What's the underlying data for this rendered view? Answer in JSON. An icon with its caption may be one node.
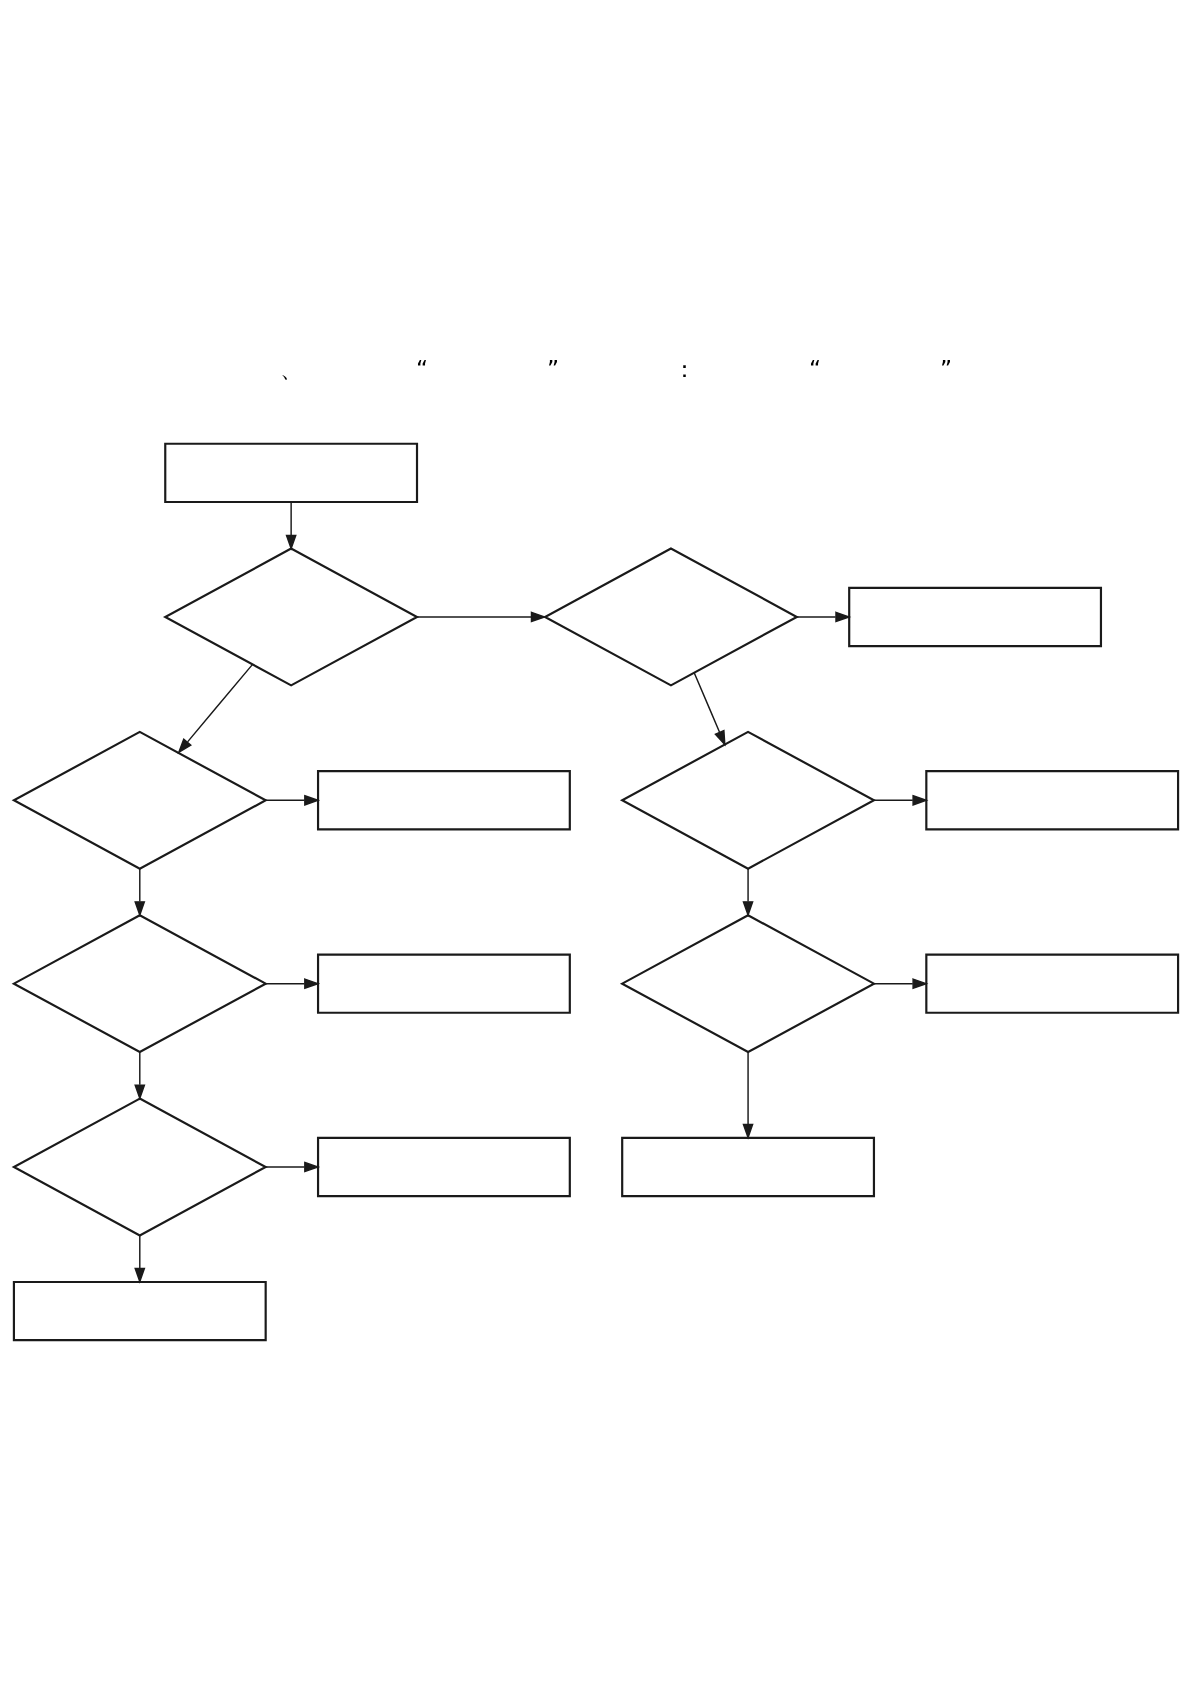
{
  "diagram": {
    "nodes": [
      {
        "text": [],
        "shape": "box"
      },
      {
        "text": [],
        "shape": "box"
      },
      {
        "text": [],
        "shape": "diamond"
      },
      {
        "text": [],
        "shape": "diamond"
      },
      {
        "text": [],
        "shape": "box"
      },
      {
        "text": [],
        "shape": "diamond"
      },
      {
        "text": [],
        "shape": "diamond"
      },
      {
        "text": [],
        "shape": "box"
      },
      {
        "text": [],
        "shape": "box"
      },
      {
        "text": [],
        "shape": "diamond"
      },
      {
        "text": [],
        "shape": "diamond"
      },
      {
        "text": [],
        "shape": "box"
      },
      {
        "text": [],
        "shape": "box"
      },
      {
        "text": [],
        "shape": "diamond"
      },
      {
        "text": [],
        "shape": "box"
      },
      {
        "text": [],
        "shape": "box"
      }
    ],
    "edges": [
      {
        "from": 0,
        "to": 3,
        "arrow": "to"
      },
      {
        "from": 3,
        "to": 2,
        "arrow": "to"
      },
      {
        "from": 2,
        "to": 1,
        "arrow": "to"
      },
      {
        "from": 2,
        "to": 5,
        "arrow": "to"
      },
      {
        "from": 3,
        "to": 6,
        "arrow": "to"
      },
      {
        "from": 5,
        "to": 4,
        "arrow": "to"
      },
      {
        "from": 6,
        "to": 7,
        "arrow": "to"
      },
      {
        "from": 5,
        "to": 9,
        "arrow": "to"
      },
      {
        "from": 6,
        "to": 10,
        "arrow": "to"
      },
      {
        "from": 9,
        "to": 8,
        "arrow": "to"
      },
      {
        "from": 10,
        "to": 11,
        "arrow": "to"
      },
      {
        "from": 9,
        "to": 12,
        "arrow": "to"
      },
      {
        "from": 10,
        "to": 13,
        "arrow": "to"
      },
      {
        "from": 13,
        "to": 14,
        "arrow": "to"
      },
      {
        "from": 13,
        "to": 15,
        "arrow": "to"
      }
    ],
    "labels": [
      "、",
      "“",
      "”",
      "：",
      "“",
      "”"
    ]
  }
}
